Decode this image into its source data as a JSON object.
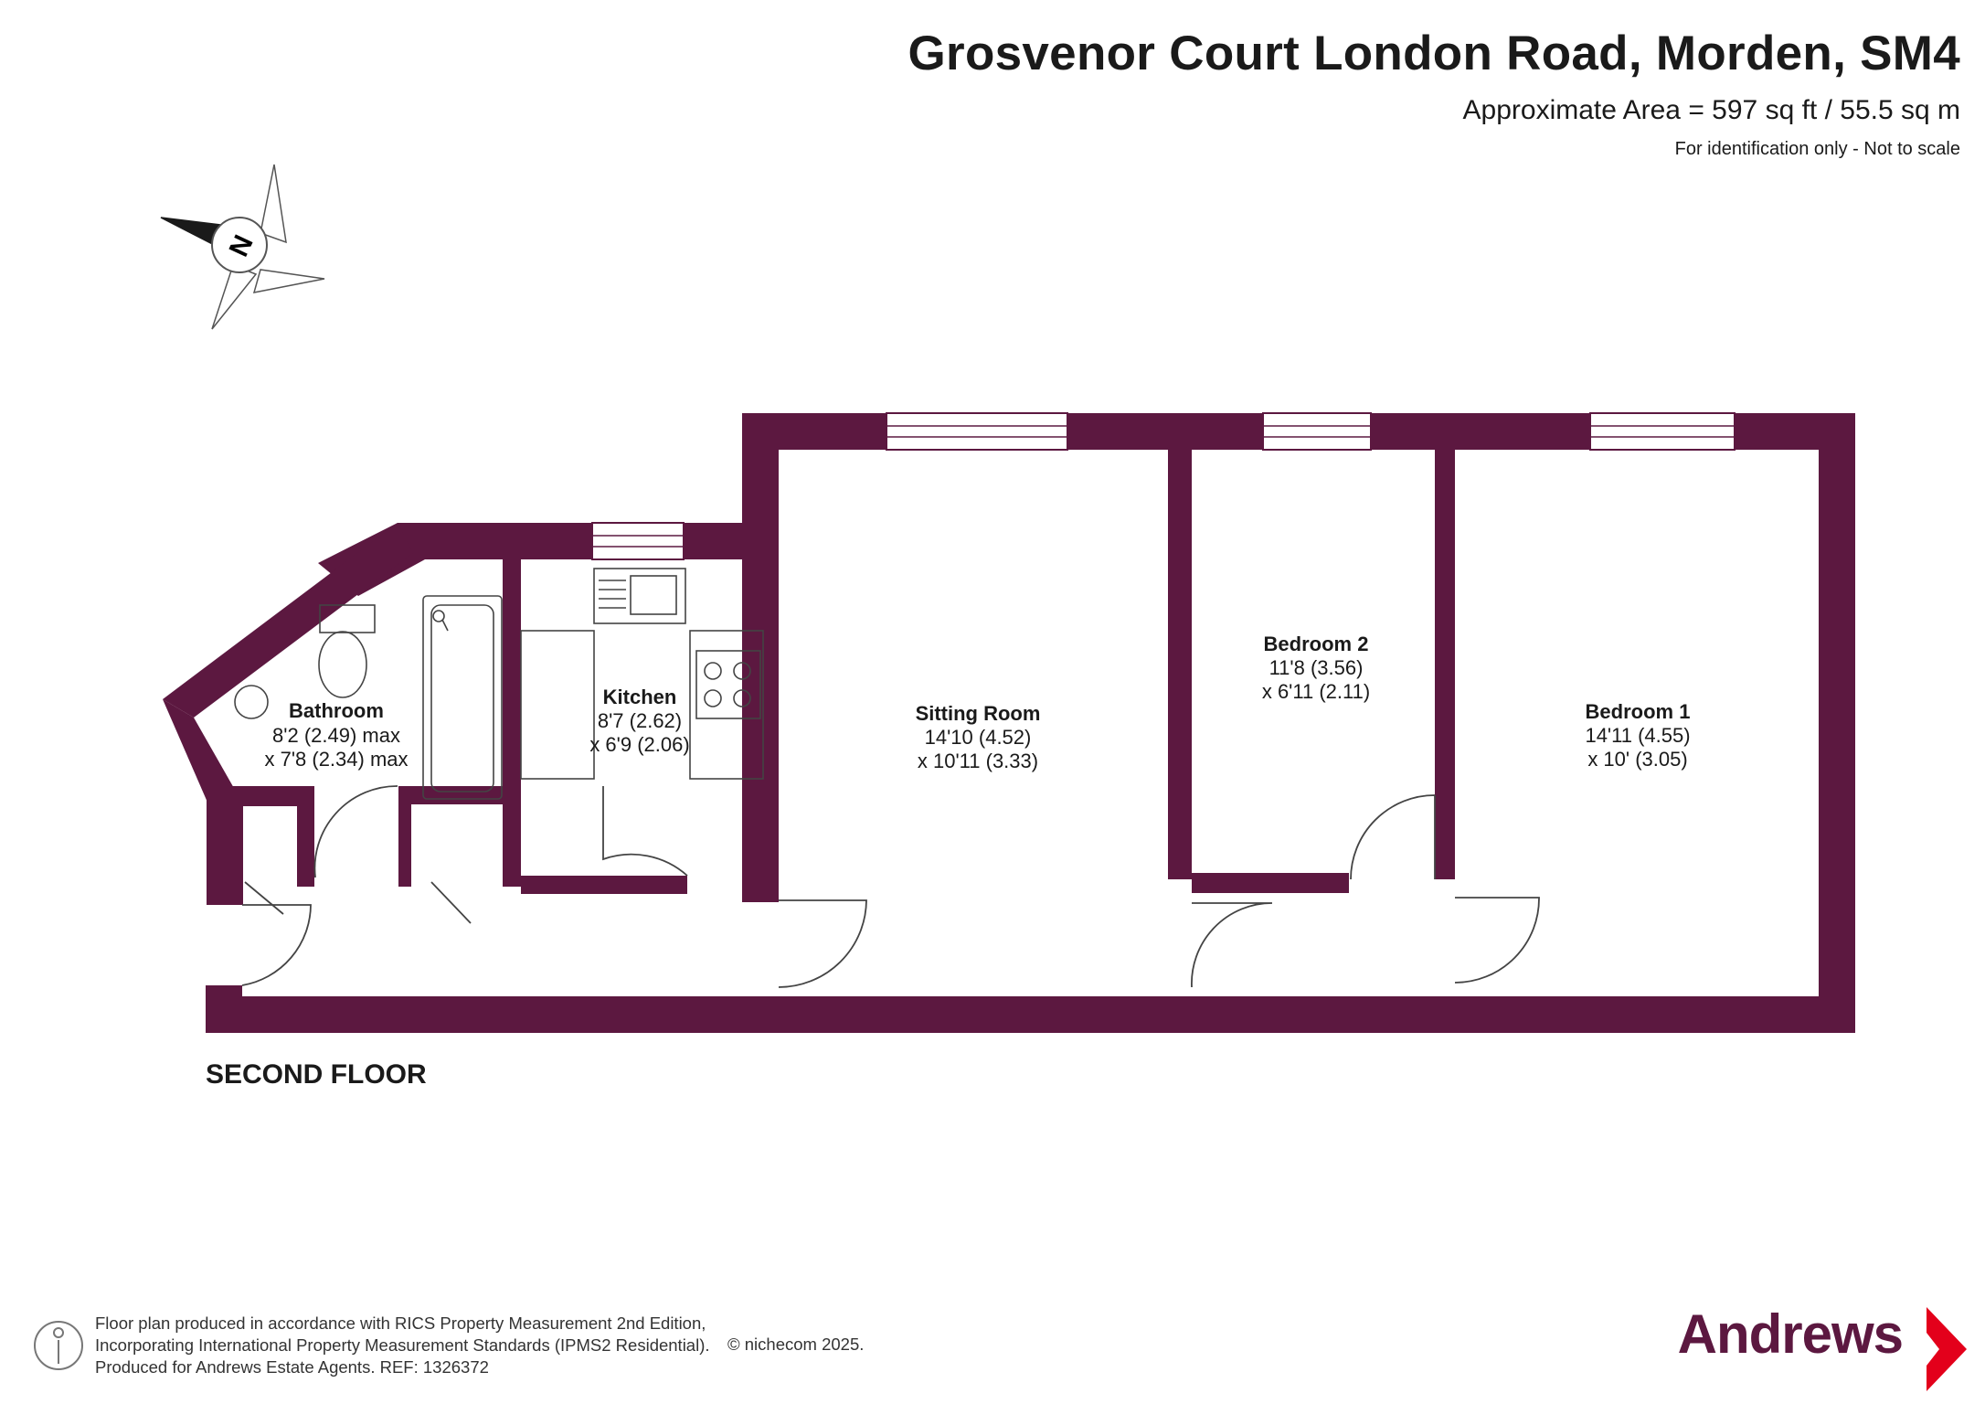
{
  "header": {
    "title": "Grosvenor Court London Road, Morden, SM4",
    "area": "Approximate Area = 597 sq ft / 55.5 sq m",
    "note": "For identification only - Not to scale"
  },
  "compass": {
    "letter": "N"
  },
  "floor_label": "SECOND FLOOR",
  "rooms": {
    "bathroom": {
      "name": "Bathroom",
      "dim1": "8'2 (2.49) max",
      "dim2": "x 7'8 (2.34) max"
    },
    "kitchen": {
      "name": "Kitchen",
      "dim1": "8'7 (2.62)",
      "dim2": "x 6'9 (2.06)"
    },
    "sitting": {
      "name": "Sitting Room",
      "dim1": "14'10 (4.52)",
      "dim2": "x 10'11 (3.33)"
    },
    "bedroom2": {
      "name": "Bedroom 2",
      "dim1": "11'8 (3.56)",
      "dim2": "x 6'11 (2.11)"
    },
    "bedroom1": {
      "name": "Bedroom 1",
      "dim1": "14'11 (4.55)",
      "dim2": "x 10' (3.05)"
    }
  },
  "footer": {
    "line1": "Floor plan produced in accordance with RICS Property Measurement 2nd Edition,",
    "line2": "Incorporating International Property Measurement Standards (IPMS2 Residential).",
    "line3": "Produced for Andrews Estate Agents.   REF: 1326372",
    "copyright": "© nichecom 2025."
  },
  "brand": {
    "name": "Andrews"
  },
  "colors": {
    "wall": "#5c1840",
    "brand_red": "#e3001b",
    "brand_text": "#5c1840"
  }
}
